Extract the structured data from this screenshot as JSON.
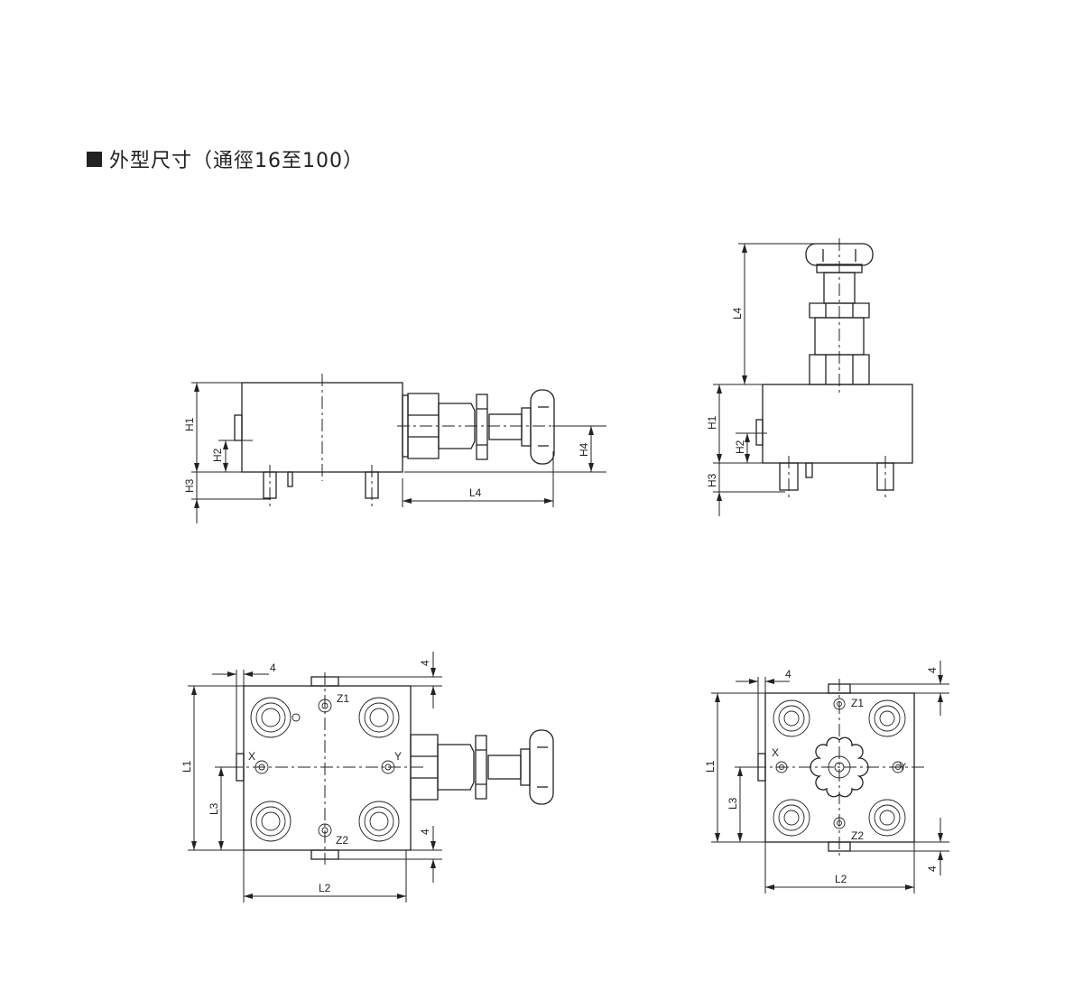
{
  "title": "外型尺寸（通徑16至100）",
  "title_icon": "black-square-icon",
  "side_view": {
    "h1": "H1",
    "h2": "H2",
    "h3": "H3",
    "h4": "H4",
    "l4": "L4"
  },
  "front_view": {
    "h1": "H1",
    "h2": "H2",
    "h3": "H3",
    "l4": "L4"
  },
  "plan_view_left": {
    "l1": "L1",
    "l2": "L2",
    "l3": "L3",
    "dim4_a": "4",
    "dim4_b": "4",
    "dim4_c": "4",
    "z1": "Z1",
    "z2": "Z2",
    "x": "X",
    "y": "Y"
  },
  "plan_view_right": {
    "l1": "L1",
    "l2": "L2",
    "l3": "L3",
    "dim4_a": "4",
    "dim4_b": "4",
    "dim4_c": "4",
    "z1": "Z1",
    "z2": "Z2",
    "x": "X",
    "y": "Y"
  }
}
